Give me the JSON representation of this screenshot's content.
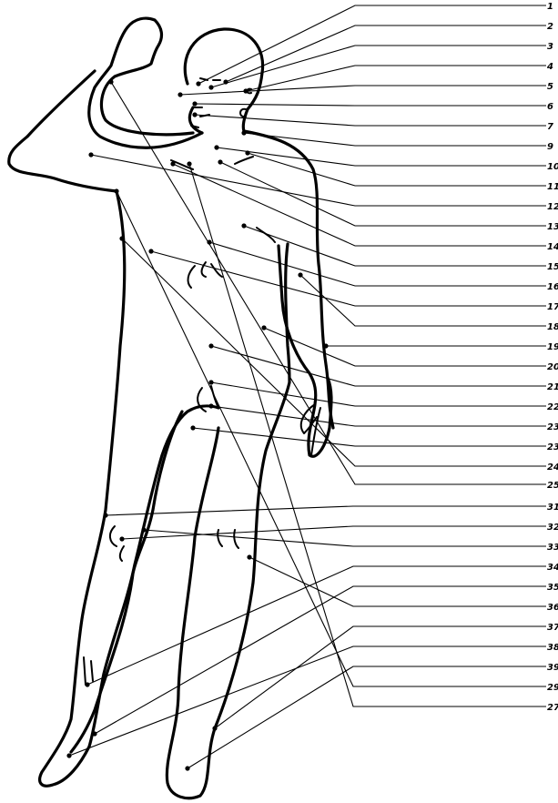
{
  "labels": [
    "1",
    "2",
    "3",
    "4",
    "5",
    "6",
    "7",
    "9",
    "10",
    "11",
    "12",
    "13",
    "14",
    "15",
    "16",
    "17",
    "18",
    "19",
    "20",
    "21",
    "22",
    "23",
    "23",
    "24",
    "25",
    "31",
    "32",
    "33",
    "34",
    "35",
    "36",
    "37",
    "38",
    "39",
    "29",
    "27"
  ]
}
